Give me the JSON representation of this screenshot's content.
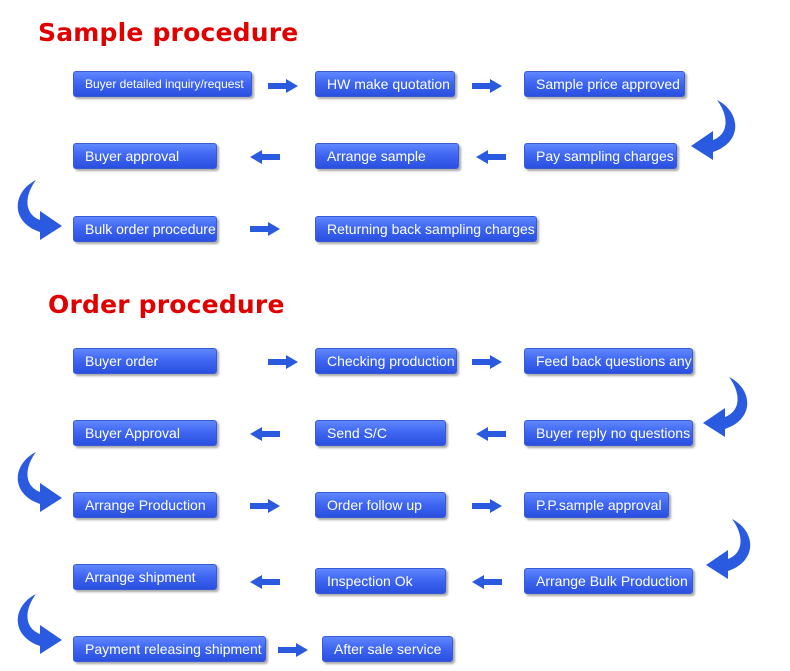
{
  "sample": {
    "title": "Sample procedure",
    "steps": {
      "inquiry": "Buyer detailed inquiry/request",
      "quotation": "HW make quotation",
      "price_approved": "Sample price approved",
      "pay_charges": "Pay sampling charges",
      "arrange_sample": "Arrange sample",
      "buyer_approval": "Buyer approval",
      "bulk_order": "Bulk order procedure",
      "returning_charges": "Returning back sampling charges"
    }
  },
  "order": {
    "title": "Order procedure",
    "steps": {
      "buyer_order": "Buyer order",
      "checking_production": "Checking production",
      "feedback": "Feed back questions any",
      "reply_no_questions": "Buyer reply no questions",
      "send_sc": "Send S/C",
      "buyer_approval": "Buyer Approval",
      "arrange_production": "Arrange Production",
      "order_follow_up": "Order follow up",
      "pp_sample": "P.P.sample approval",
      "arrange_bulk": "Arrange Bulk Production",
      "inspection_ok": "Inspection Ok",
      "arrange_shipment": "Arrange shipment",
      "payment_releasing": "Payment releasing shipment",
      "after_sale": "After sale service"
    }
  },
  "colors": {
    "title": "#e00000",
    "box": "#3f67f2",
    "arrow": "#2a5ae0"
  },
  "icons": {
    "straight": "arrow-icon",
    "curved": "curved-arrow-icon"
  }
}
